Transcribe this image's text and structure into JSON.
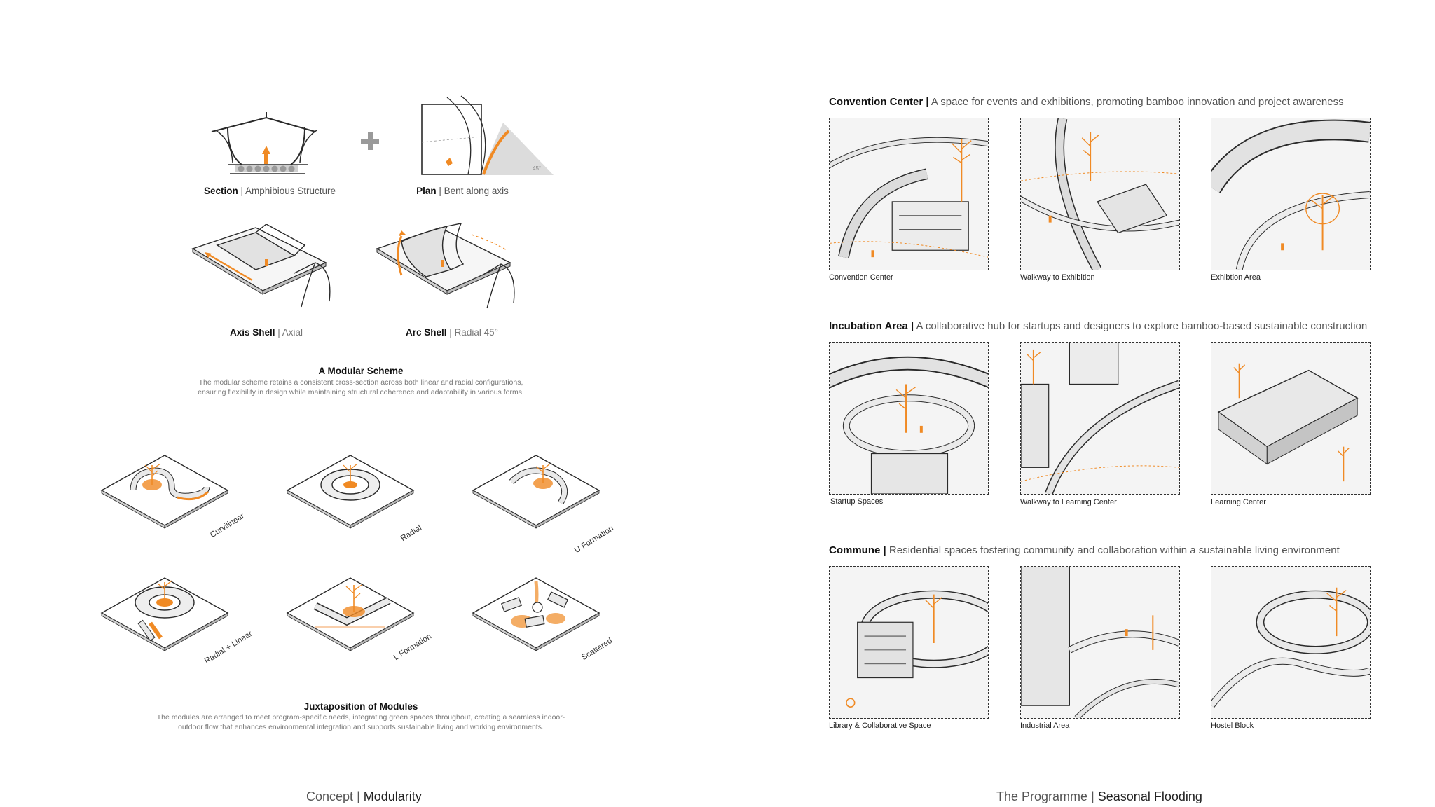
{
  "concept": {
    "section": {
      "bold": "Section",
      "rest": "Amphibious Structure"
    },
    "plan": {
      "bold": "Plan",
      "rest": "Bent along axis"
    },
    "plan_angle": "45°",
    "axis_shell": {
      "bold": "Axis Shell",
      "rest": "Axial"
    },
    "arc_shell": {
      "bold": "Arc Shell",
      "rest": "Radial 45°"
    },
    "scheme_title": "A Modular Scheme",
    "scheme_desc_1": "The modular scheme retains a consistent cross-section across both linear and radial configurations,",
    "scheme_desc_2": "ensuring flexibility in design while maintaining structural coherence and adaptability in various forms.",
    "modules": [
      "Curvilinear",
      "Radial",
      "U Formation",
      "Radial + Linear",
      "L Formation",
      "Scattered"
    ],
    "juxta_title": "Juxtaposition of Modules",
    "juxta_desc_1": "The modules are arranged to meet program-specific needs, integrating green spaces throughout, creating a seamless indoor-",
    "juxta_desc_2": "outdoor flow that enhances environmental integration and supports sustainable living and working environments.",
    "footer_light": "Concept",
    "footer_bold": "Modularity"
  },
  "programme": {
    "sections": [
      {
        "title": "Convention Center",
        "desc": "A space for events and exhibitions, promoting bamboo innovation and project awareness",
        "captions": [
          "Convention Center",
          "Walkway to Exhibition",
          "Exhibtion Area"
        ]
      },
      {
        "title": "Incubation Area",
        "desc": "A collaborative hub for startups and designers to explore bamboo-based sustainable construction",
        "captions": [
          "Startup Spaces",
          "Walkway to Learning Center",
          "Learning Center"
        ]
      },
      {
        "title": "Commune",
        "desc": "Residential spaces fostering community and collaboration within a sustainable living environment",
        "captions": [
          "Library & Collaborative Space",
          "Industrial Area",
          "Hostel Block"
        ]
      }
    ],
    "footer_light": "The Programme",
    "footer_bold": "Seasonal Flooding"
  },
  "colors": {
    "accent": "#f08a24",
    "line": "#2a2a2a",
    "shade": "#d8d8d8"
  }
}
